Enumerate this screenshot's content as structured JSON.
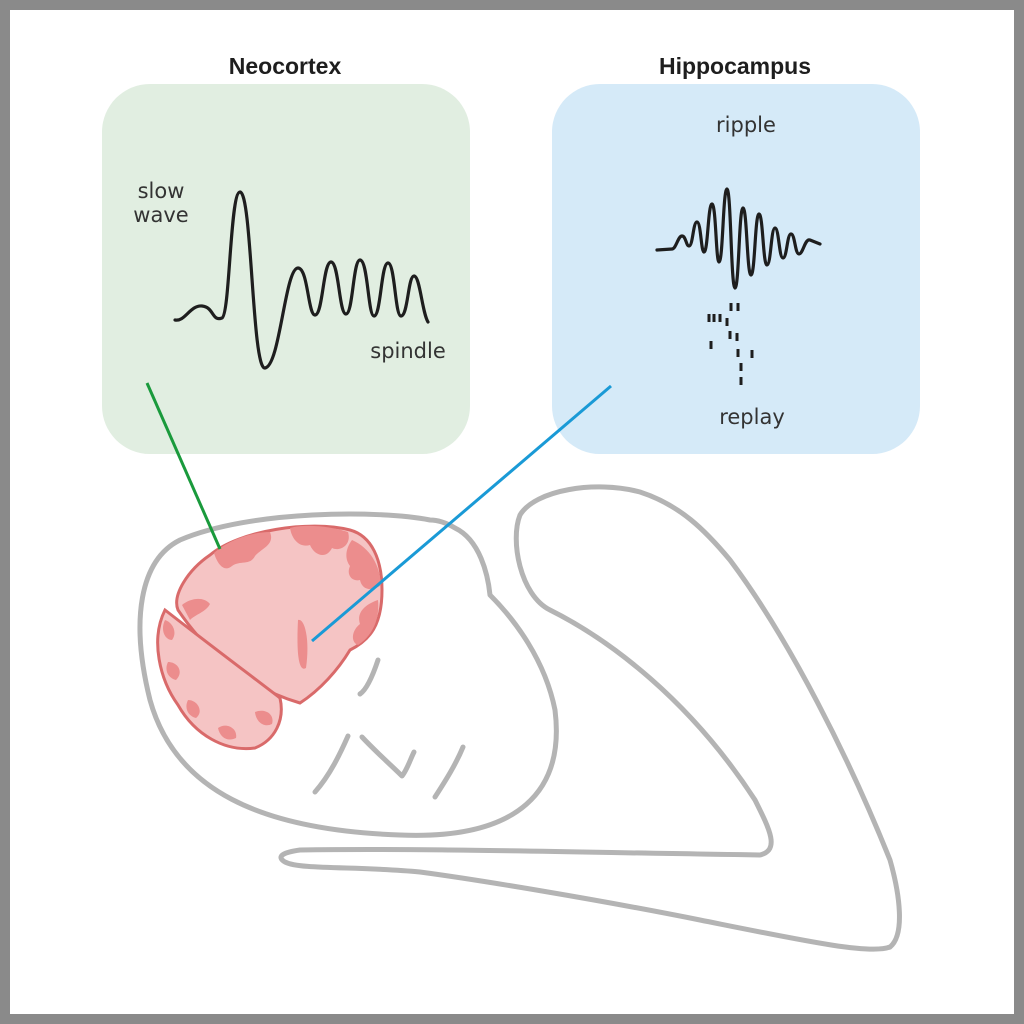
{
  "panels": {
    "neocortex": {
      "title": "Neocortex",
      "slow_wave_line1": "slow",
      "slow_wave_line2": "wave",
      "spindle": "spindle",
      "fill_color": "#e1eee1",
      "connector_color": "#1a9a3c"
    },
    "hippocampus": {
      "title": "Hippocampus",
      "ripple": "ripple",
      "replay": "replay",
      "fill_color": "#d5eaf8",
      "connector_color": "#1a9ad6"
    }
  },
  "brain": {
    "fill_color": "#f5c4c4",
    "stroke_color": "#d96a6a"
  },
  "frame_color": "#8a8a8a",
  "body_outline_color": "#b4b4b4"
}
